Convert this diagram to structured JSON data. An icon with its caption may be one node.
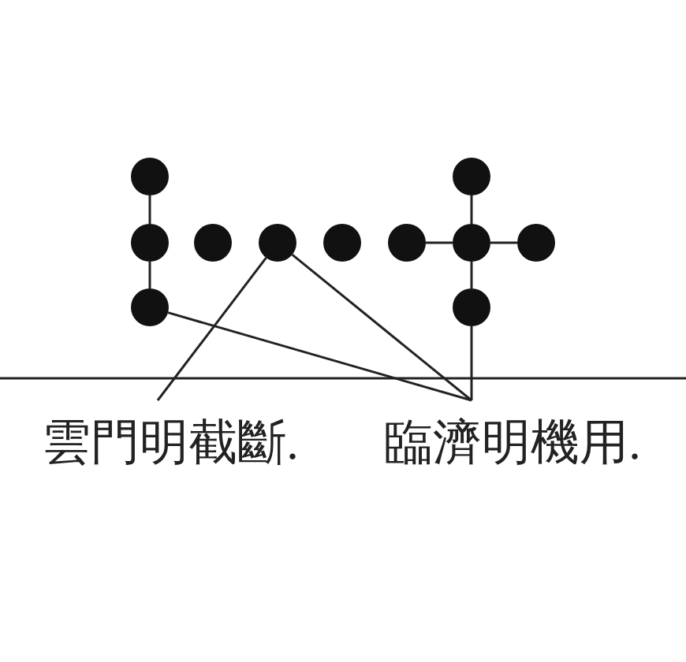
{
  "diagram": {
    "nodes": [
      {
        "text": [],
        "shape": "circle"
      },
      {
        "text": [],
        "shape": "circle"
      },
      {
        "text": [],
        "shape": "circle"
      },
      {
        "text": [],
        "shape": "circle"
      },
      {
        "text": [],
        "shape": "circle"
      },
      {
        "text": [],
        "shape": "circle"
      },
      {
        "text": [],
        "shape": "circle"
      },
      {
        "text": [],
        "shape": "circle"
      },
      {
        "text": [],
        "shape": "circle"
      },
      {
        "text": [],
        "shape": "circle"
      },
      {
        "text": [],
        "shape": "circle"
      },
      {
        "text": [
          "雲門明截斷."
        ]
      },
      {
        "text": [
          "臨濟明機用."
        ]
      }
    ],
    "edges": [
      {
        "from": 0,
        "to": 2,
        "arrow": "none"
      },
      {
        "from": 2,
        "to": 9,
        "arrow": "none"
      },
      {
        "from": 6,
        "to": 7,
        "arrow": "none"
      },
      {
        "from": 7,
        "to": 8,
        "arrow": "none"
      },
      {
        "from": 1,
        "to": 7,
        "arrow": "none"
      },
      {
        "from": 7,
        "to": 10,
        "arrow": "none"
      },
      {
        "from": 11,
        "to": 4,
        "arrow": "none"
      },
      {
        "from": 12,
        "to": 9,
        "arrow": "none"
      },
      {
        "from": 12,
        "to": 4,
        "arrow": "none"
      },
      {
        "from": 12,
        "to": 10,
        "arrow": "none"
      }
    ]
  }
}
